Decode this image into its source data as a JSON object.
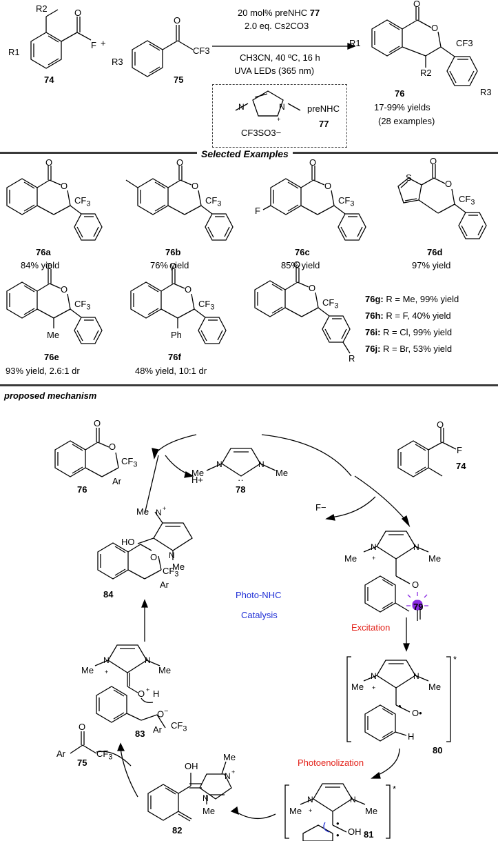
{
  "scheme": {
    "reactants": {
      "compound_a": "74",
      "compound_b": "75",
      "plus": "+"
    },
    "conditions": {
      "line1_prefix": "20 mol% preNHC",
      "line1_cpd": "77",
      "line2": "2.0 eq.  Cs2CO3",
      "line3": "CH3CN, 40 ºC, 16 h",
      "line4": "UVA LEDs (365 nm)"
    },
    "catalyst_box": {
      "counterion": "CF3SO3−",
      "name": "preNHC",
      "number": "77"
    },
    "product": {
      "number": "76",
      "yield_range": "17-99% yields",
      "examples": "(28 examples)"
    },
    "atoms": {
      "R1": "R1",
      "R2": "R2",
      "R3": "R3",
      "F": "F",
      "CF3": "CF3",
      "O": "O",
      "Me": "Me",
      "Ph": "Ph",
      "H": "H"
    }
  },
  "selected_examples": {
    "heading": "Selected Examples",
    "items": [
      {
        "id": "76a",
        "yield": "84% yield"
      },
      {
        "id": "76b",
        "yield": "76% yield"
      },
      {
        "id": "76c",
        "yield": "85% yield"
      },
      {
        "id": "76d",
        "yield": "97% yield"
      },
      {
        "id": "76e",
        "yield": "93% yield, 2.6:1 dr"
      },
      {
        "id": "76f",
        "yield": "48% yield, 10:1 dr"
      }
    ],
    "variants": [
      {
        "id": "76g:",
        "desc": "R = Me, 99% yield"
      },
      {
        "id": "76h:",
        "desc": "R = F, 40% yield"
      },
      {
        "id": "76i:",
        "desc": "R = Cl, 99% yield"
      },
      {
        "id": "76j:",
        "desc": "R = Br, 53% yield"
      }
    ]
  },
  "mechanism": {
    "heading": "proposed mechanism",
    "center_line1": "Photo-NHC",
    "center_line2": "Catalysis",
    "excitation": "Excitation",
    "photoenolization": "Photoenolization",
    "compounds": [
      "76",
      "78",
      "74",
      "79",
      "80",
      "81",
      "82",
      "83",
      "84",
      "75"
    ],
    "ions": {
      "h_plus": "H+",
      "f_minus": "F−"
    },
    "star": "*",
    "ar": "Ar",
    "oh": "OH",
    "ho": "HO"
  },
  "colors": {
    "excitation": "#e32119",
    "photo_nhc": "#1f2fd6",
    "divider": "#3a3a3a",
    "led": "#8a2be2"
  }
}
